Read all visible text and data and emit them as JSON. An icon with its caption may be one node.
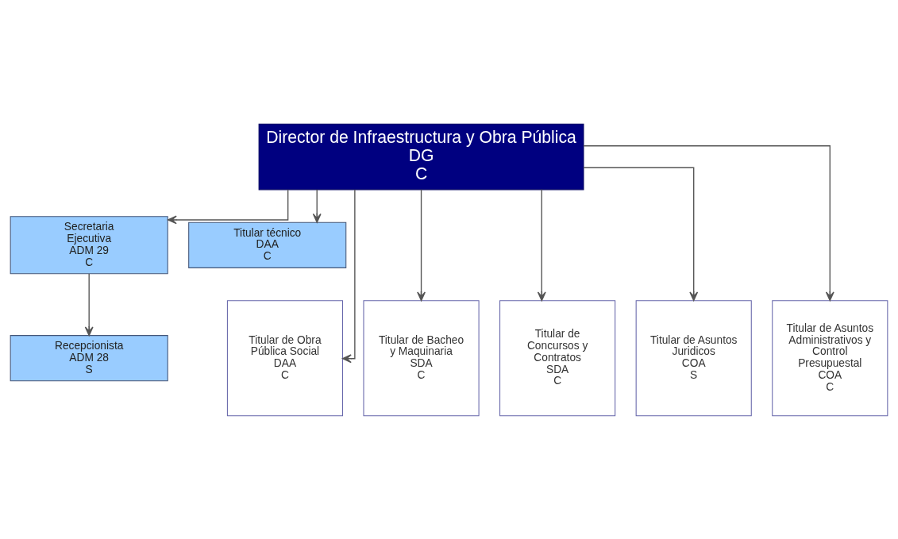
{
  "diagram": {
    "nodes": [
      {
        "text": [
          "Director de Infraestructura y Obra Pública",
          "DG",
          "C"
        ]
      },
      {
        "text": [
          "Secretaria Ejecutiva",
          "ADM 29",
          "C"
        ]
      },
      {
        "text": [
          "Recepcionista",
          "ADM 28",
          "S"
        ]
      },
      {
        "text": [
          "Titular técnico",
          "DAA",
          "C"
        ]
      },
      {
        "text": [
          "Titular de Obra Pública Social",
          "DAA",
          "C"
        ]
      },
      {
        "text": [
          "Titular de Bacheo y Maquinaria",
          "SDA",
          "C"
        ]
      },
      {
        "text": [
          "Titular de Concursos y Contratos",
          "SDA",
          "C"
        ]
      },
      {
        "text": [
          "Titular de Asuntos Juridicos",
          "COA",
          "S"
        ]
      },
      {
        "text": [
          "Titular de Asuntos Administrativos y Control Presupuestal",
          "COA",
          "C"
        ]
      }
    ],
    "edges": [
      {
        "from": 0,
        "to": 1,
        "arrow": "to"
      },
      {
        "from": 1,
        "to": 2,
        "arrow": "to"
      },
      {
        "from": 0,
        "to": 3,
        "arrow": "to"
      },
      {
        "from": 0,
        "to": 4,
        "arrow": "to"
      },
      {
        "from": 0,
        "to": 5,
        "arrow": "to"
      },
      {
        "from": 0,
        "to": 6,
        "arrow": "to"
      },
      {
        "from": 0,
        "to": 7,
        "arrow": "to"
      },
      {
        "from": 0,
        "to": 8,
        "arrow": "to"
      }
    ]
  }
}
